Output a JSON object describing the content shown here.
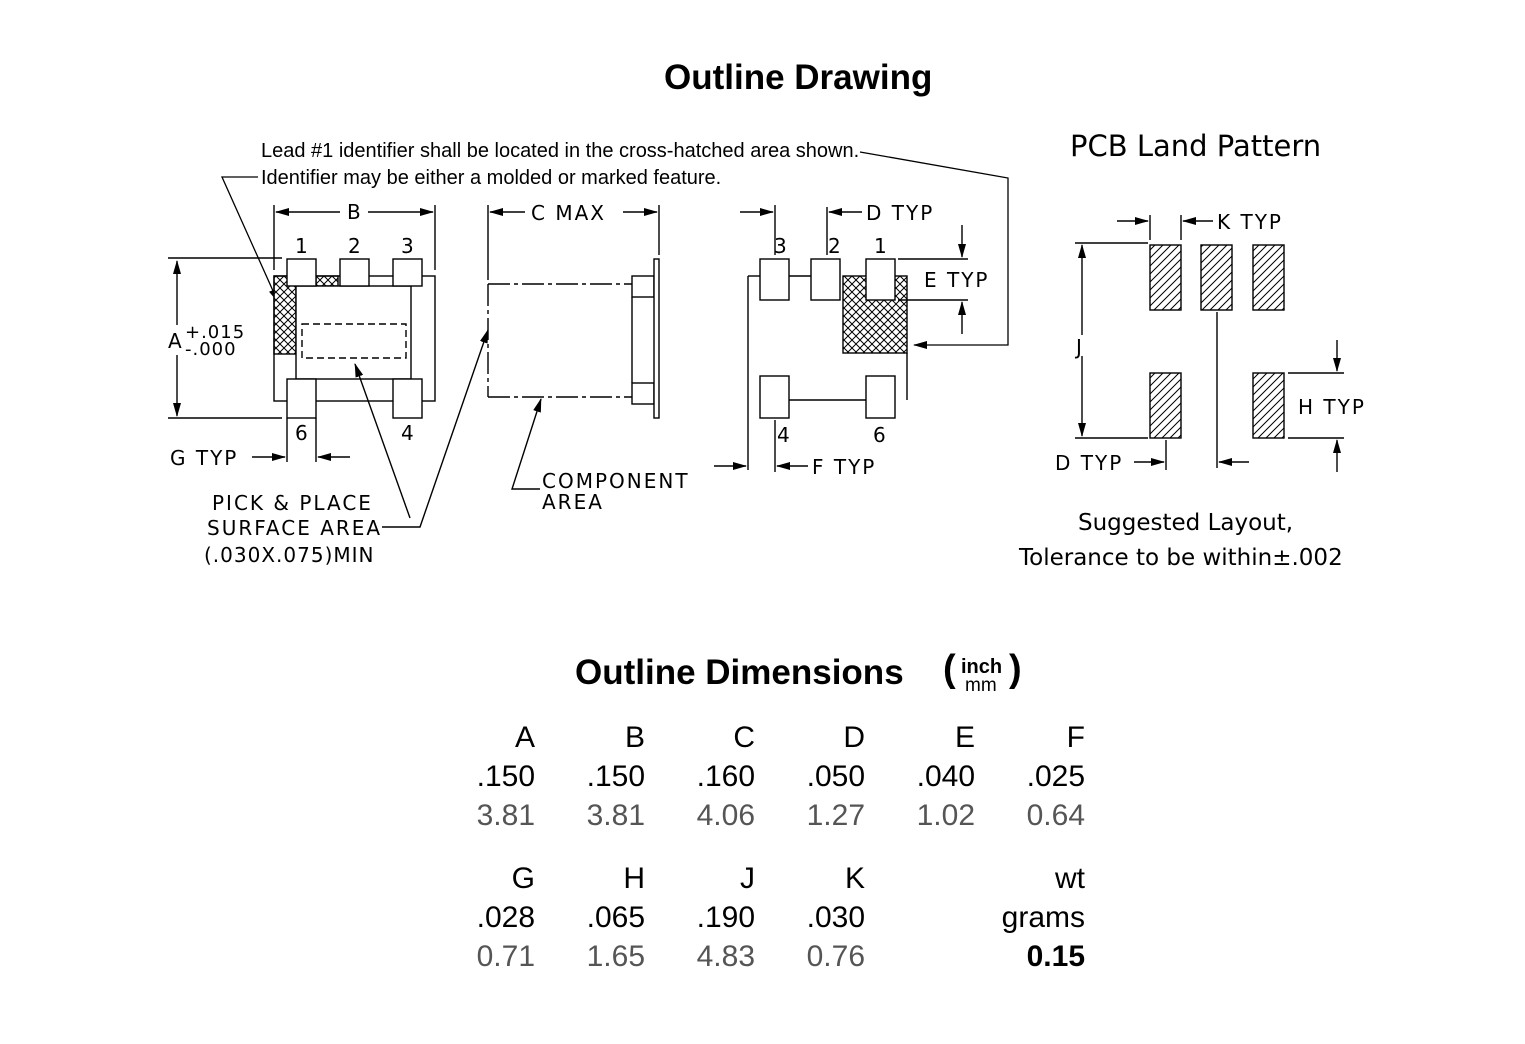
{
  "outline_drawing": {
    "title": "Outline Drawing",
    "notes": [
      "Lead #1 identifier shall be located in the cross-hatched area shown.",
      "Identifier may be either a molded or marked feature."
    ],
    "labels": {
      "B": "B",
      "C_MAX": "C MAX",
      "D_TYP": "D TYP",
      "E_TYP": "E TYP",
      "F_TYP": "F TYP",
      "G_TYP": "G TYP",
      "A": "A",
      "A_plus": "+.015",
      "A_minus": "-.000",
      "pins_top": [
        "1",
        "2",
        "3"
      ],
      "pins_bottom": [
        "6",
        "4"
      ],
      "pins_top_rear": [
        "3",
        "2",
        "1"
      ],
      "pins_bottom_rear": [
        "4",
        "6"
      ],
      "pick_place": [
        "PICK & PLACE",
        "SURFACE AREA",
        "(.030X.075)MIN"
      ],
      "component_area": [
        "COMPONENT",
        "AREA"
      ]
    }
  },
  "pcb_land_pattern": {
    "title": "PCB Land Pattern",
    "labels": {
      "K_TYP": "K TYP",
      "J": "J",
      "H_TYP": "H TYP",
      "D_TYP": "D TYP"
    },
    "caption": [
      "Suggested Layout,",
      "Tolerance to be within±.002"
    ]
  },
  "outline_dimensions": {
    "title": "Outline Dimensions",
    "unit_top": "inch",
    "unit_bottom": "mm",
    "row1": {
      "headers": [
        "A",
        "B",
        "C",
        "D",
        "E",
        "F"
      ],
      "inch": [
        ".150",
        ".150",
        ".160",
        ".050",
        ".040",
        ".025"
      ],
      "mm": [
        "3.81",
        "3.81",
        "4.06",
        "1.27",
        "1.02",
        "0.64"
      ]
    },
    "row2": {
      "headers": [
        "G",
        "H",
        "J",
        "K",
        "",
        "wt"
      ],
      "inch": [
        ".028",
        ".065",
        ".190",
        ".030",
        "",
        "grams"
      ],
      "mm": [
        "0.71",
        "1.65",
        "4.83",
        "0.76",
        "",
        "0.15"
      ]
    }
  }
}
